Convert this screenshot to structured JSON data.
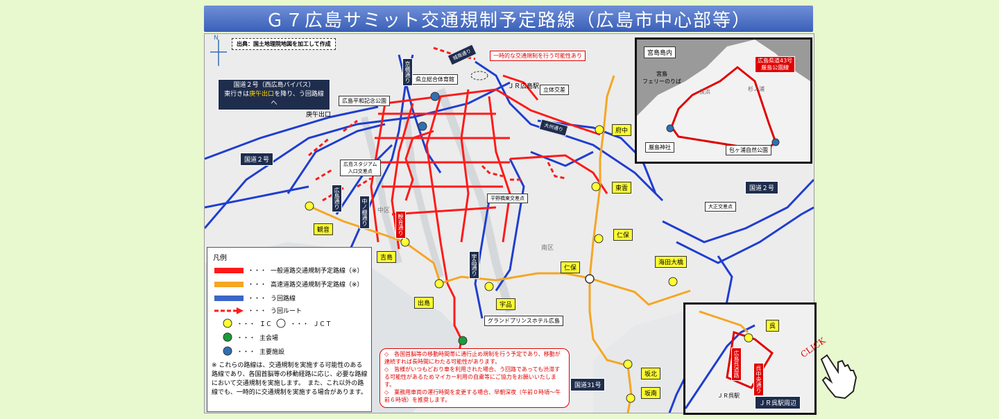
{
  "title": "Ｇ７広島サミット交通規制予定路線（広島市中心部等）",
  "source": "出典：国土地理院地図を加工して作成",
  "north": "N",
  "labels": {
    "bypass": "国道２号（西広島バイパス）",
    "bypass2_a": "東行きは",
    "bypass2_b": "庚午出口",
    "bypass2_c": "を降り、う回路線へ",
    "koi_exit": "庚午出口",
    "route2_left": "国道２号",
    "route2_right": "国道２号",
    "route31": "国道31号",
    "temporary": "一時的な交通規制を行う可能性あり",
    "jr_hiroshima": "ＪＲ広島駅",
    "overpass": "立体交差",
    "kenritsu": "県立総合体育館",
    "peace_park": "広島平和記念公園",
    "stadium1": "広島スタジアム",
    "stadium2": "入口交差点",
    "hirano": "平野橋東交差点",
    "taisho": "大正交差点",
    "grand_prince": "グランドプリンスホテル広島",
    "jonan": "城南通り",
    "joshoku": "京橋通り",
    "minami": "南区",
    "naka": "中区",
    "odori": "大州通り",
    "ujina": "宇品通り",
    "ohashi_left": "広島通り",
    "tsukamoto": "中ノ棚通り",
    "kanon": "観音通り"
  },
  "ic": {
    "fuchu": "府中",
    "higashiun": "東雲",
    "niho": "仁保",
    "niho_jct": "仁保",
    "kaita": "海田大橋",
    "kusatsu": "観音",
    "yoshijima": "吉島",
    "dejima": "出島",
    "ujina": "宇品",
    "sakakita": "坂北",
    "sakaminami": "坂南"
  },
  "inset_miyajima": {
    "title": "宮島島内",
    "ferry1": "宮島",
    "ferry2": "フェリーのりば",
    "route_name1": "広島県道43号",
    "route_name2": "厳島公園線",
    "itsukushima": "厳島神社",
    "tsutsumigaura": "包ヶ浦自然公園",
    "nagahama": "長浜",
    "sugi": "杉ノ浦"
  },
  "inset_kure": {
    "caption": "ＪＲ呉駅周辺",
    "kure": "呉",
    "jr_kure": "ＪＲ呉駅",
    "road1": "広島呉道路",
    "road2": "呉中央通り"
  },
  "legend": {
    "title": "凡例",
    "general": "一般道路交通規制予定路線（※）",
    "expressway": "高速道路交通規制予定路線（※）",
    "detour": "う回路線",
    "detour_route": "う回ルート",
    "ic": "ＩＣ",
    "jct": "ＪＣＴ",
    "main_venue": "主会場",
    "main_facility": "主要施設",
    "dots": "・・・",
    "note_mark": "※",
    "note": "これらの路線は、交通規制を実施する可能性のある路線であり、各国首脳等の移動経路に応じ、必要な路線において交通規制を実施します。　また、これ以外の路線でも、一時的に交通規制を実施する場合があります。"
  },
  "notice": {
    "p1": "◇　各国首脳等の移動時間帯に通行止め規制を行う予定であり、移動が連続すれば長時間にわたる可能性があります。",
    "p2": "◇　皆様がいつもどおり車を利用された場合、う回路であっても渋滞する可能性があるためマイカー利用の自粛等にご協力をお願いいたします。",
    "p3": "◇　業務用車両の運行時間を変更する場合、早朝深夜（午前０時頃～午前６時頃）を推奨します。"
  },
  "click": "CLICK",
  "colors": {
    "general": "#ff1a1a",
    "expressway": "#f5a623",
    "detour": "#1f3ecf",
    "ic": "#ffff33",
    "venue": "#1a9c3a",
    "facility": "#2f6fb5"
  }
}
